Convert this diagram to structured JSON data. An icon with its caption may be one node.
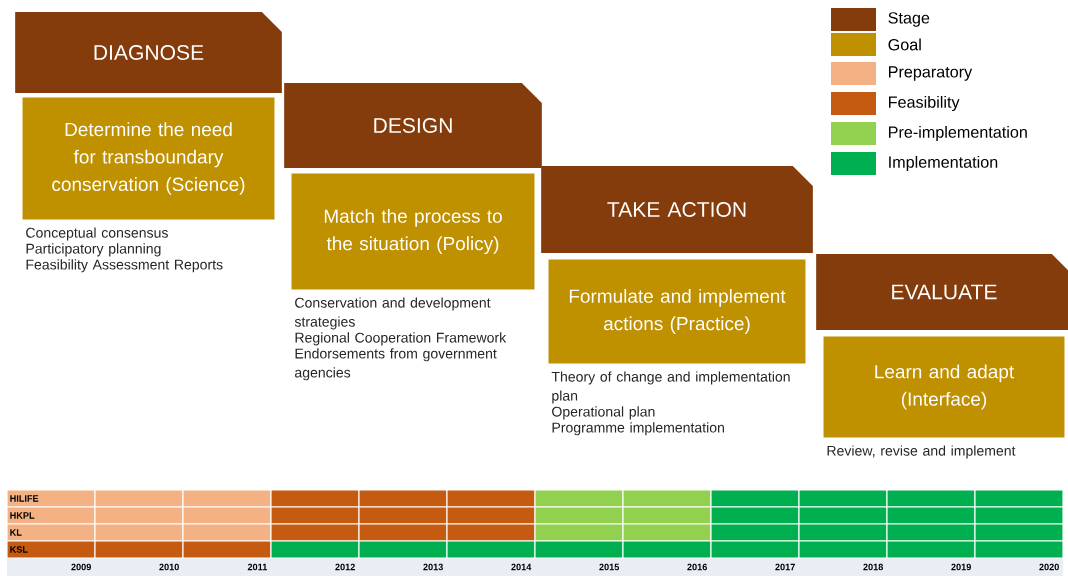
{
  "diagram": {
    "nodes": [
      {
        "text": [
          "DIAGNOSE"
        ]
      },
      {
        "text": [
          "Determine the need for transboundary conservation (Science)"
        ],
        "beside": [
          "Conceptual consensus",
          "Participatory planning",
          "Feasibility Assessment Reports"
        ]
      },
      {
        "text": [
          "DESIGN"
        ]
      },
      {
        "text": [
          "Match the process to the situation (Policy)"
        ],
        "beside": [
          "Conservation and development strategies",
          "Regional Cooperation Framework",
          "Endorsements from government agencies"
        ]
      },
      {
        "text": [
          "TAKE ACTION"
        ]
      },
      {
        "text": [
          "Formulate and implement actions (Practice)"
        ],
        "beside": [
          "Theory of change and implementation plan",
          "Operational plan",
          "Programme implementation"
        ]
      },
      {
        "text": [
          "EVALUATE"
        ]
      },
      {
        "text": [
          "Learn and adapt (Interface)"
        ],
        "beside": [
          "Review, revise and implement"
        ]
      }
    ],
    "legend": [
      {
        "text": "Stage",
        "color": "#843c0c"
      },
      {
        "text": "Goal",
        "color": "#bf9000"
      },
      {
        "text": "Preparatory",
        "color": "#f4b183"
      },
      {
        "text": "Feasibility",
        "color": "#c55a11"
      },
      {
        "text": "Pre-implementation",
        "color": "#92d050"
      },
      {
        "text": "Implementation",
        "color": "#00b050"
      }
    ],
    "labels": [
      "HILIFE",
      "HKPL",
      "KL",
      "KSL",
      "2009",
      "2010",
      "2011",
      "2012",
      "2013",
      "2014",
      "2015",
      "2016",
      "2017",
      "2018",
      "2019",
      "2020"
    ]
  }
}
